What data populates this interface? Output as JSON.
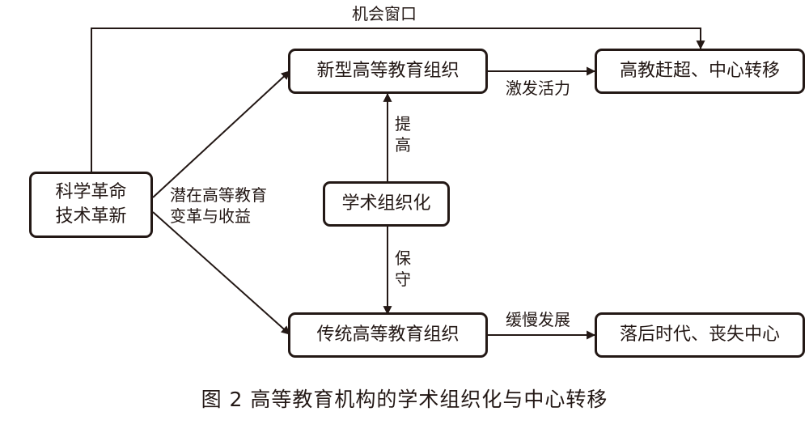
{
  "nodes": {
    "science": {
      "line1": "科学革命",
      "line2": "技术革新"
    },
    "new_org": "新型高等教育组织",
    "academic": "学术组织化",
    "traditional_org": "传统高等教育组织",
    "catch_up": "高教赶超、中心转移",
    "lag": "落后时代、丧失中心"
  },
  "edges": {
    "opportunity": "机会窗口",
    "potential": {
      "line1": "潜在高等教育",
      "line2": "变革与收益"
    },
    "stimulate": "激发活力",
    "improve": {
      "char1": "提",
      "char2": "高"
    },
    "conserve": {
      "char1": "保",
      "char2": "守"
    },
    "slow": "缓慢发展"
  },
  "caption": "图 2  高等教育机构的学术组织化与中心转移"
}
